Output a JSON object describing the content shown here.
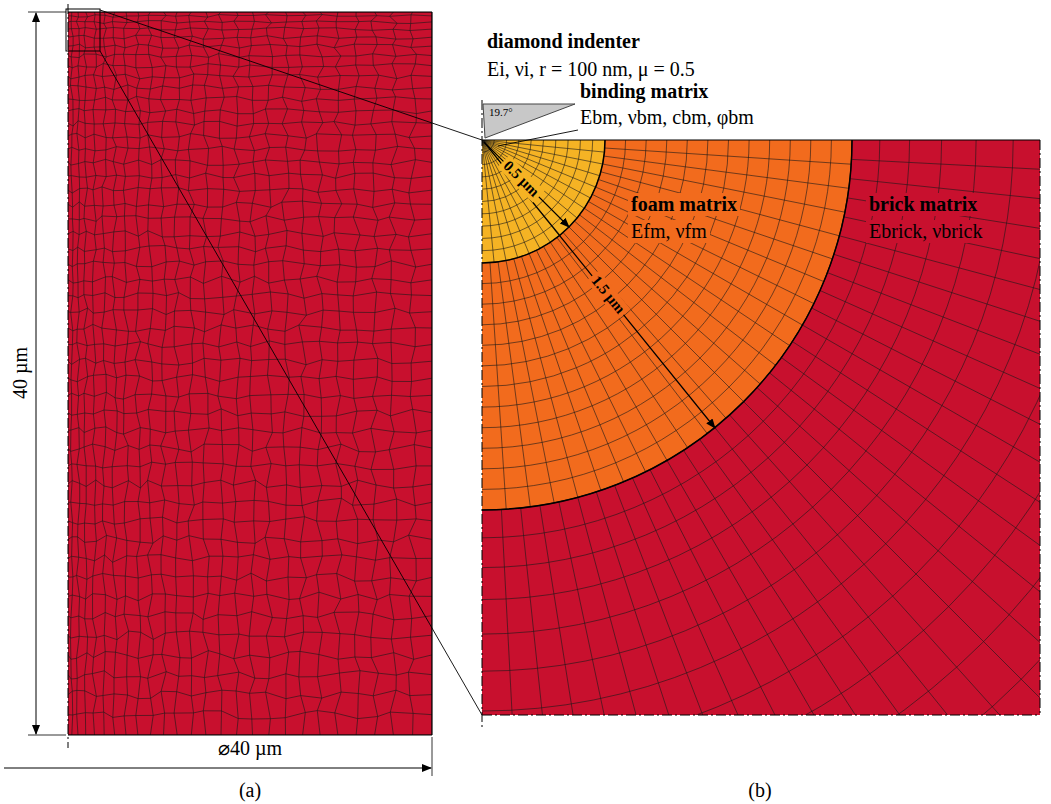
{
  "diagram": {
    "labels": [
      "40 µm",
      "⌀40 µm",
      "(a)",
      "diamond indenter",
      "Ei, νi, r = 100 nm, μ = 0.5",
      "19.7°",
      "binding matrix",
      "Ebm, νbm, cbm, φbm",
      "0.5 µm",
      "foam matrix",
      "Efm, νfm",
      "1.5 µm",
      "brick matrix",
      "Ebrick, νbrick",
      "(b)"
    ]
  }
}
